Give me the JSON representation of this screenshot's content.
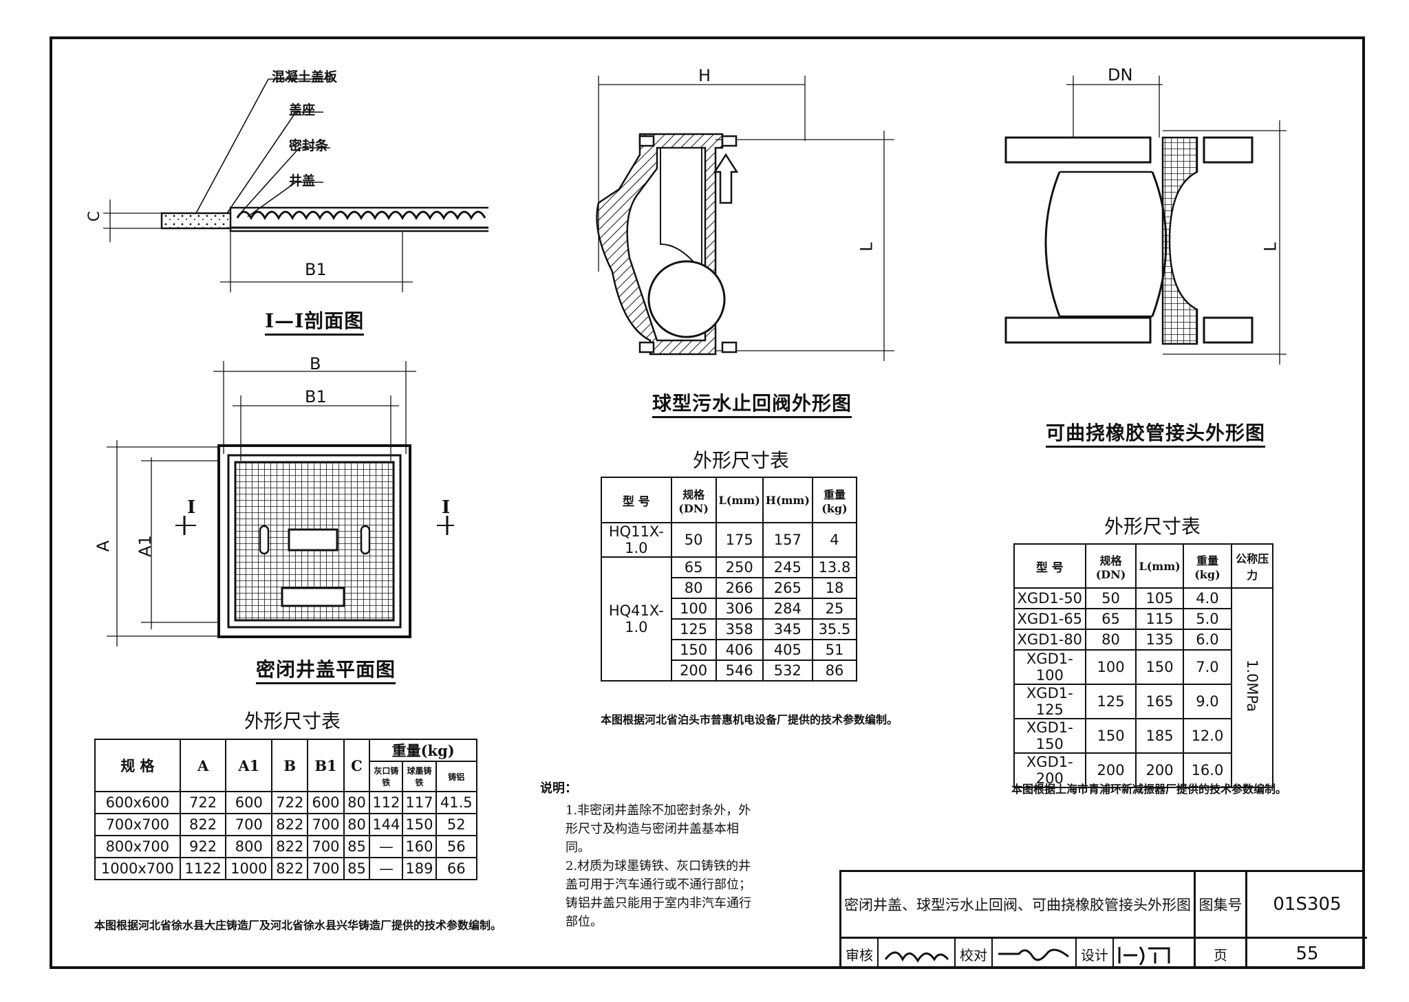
{
  "section": {
    "labels": {
      "concrete": "混凝土盖板",
      "seat": "盖座",
      "seal": "密封条",
      "cover": "井盖"
    },
    "dim_c": "C",
    "dim_b1": "B1",
    "caption": "Ⅰ—Ⅰ剖面图"
  },
  "plan": {
    "dim_b": "B",
    "dim_b1": "B1",
    "dim_a": "A",
    "dim_a1": "A1",
    "cut_mark": "Ⅰ",
    "caption": "密闭井盖平面图"
  },
  "table1": {
    "title": "外形尺寸表",
    "headers": [
      "规 格",
      "A",
      "A1",
      "B",
      "B1",
      "C"
    ],
    "weight_header": "重量(kg)",
    "weight_sub": [
      "灰口铸铁",
      "球墨铸铁",
      "铸铝"
    ],
    "rows": [
      [
        "600x600",
        "722",
        "600",
        "722",
        "600",
        "80",
        "112",
        "117",
        "41.5"
      ],
      [
        "700x700",
        "822",
        "700",
        "822",
        "700",
        "80",
        "144",
        "150",
        "52"
      ],
      [
        "800x700",
        "922",
        "800",
        "822",
        "700",
        "85",
        "—",
        "160",
        "56"
      ],
      [
        "1000x700",
        "1122",
        "1000",
        "822",
        "700",
        "85",
        "—",
        "189",
        "66"
      ]
    ],
    "source": "本图根据河北省徐水县大庄铸造厂及河北省徐水县兴华铸造厂提供的技术参数编制。"
  },
  "valve": {
    "dim_h": "H",
    "dim_l": "L",
    "caption": "球型污水止回阀外形图"
  },
  "table2": {
    "title": "外形尺寸表",
    "headers": [
      "型 号",
      "规格(DN)",
      "L(mm)",
      "H(mm)",
      "重量(kg)"
    ],
    "model_a": "HQ11X-1.0",
    "model_b": "HQ41X-1.0",
    "rows": [
      [
        "50",
        "175",
        "157",
        "4"
      ],
      [
        "65",
        "250",
        "245",
        "13.8"
      ],
      [
        "80",
        "266",
        "265",
        "18"
      ],
      [
        "100",
        "306",
        "284",
        "25"
      ],
      [
        "125",
        "358",
        "345",
        "35.5"
      ],
      [
        "150",
        "406",
        "405",
        "51"
      ],
      [
        "200",
        "546",
        "532",
        "86"
      ]
    ],
    "source": "本图根据河北省泊头市普惠机电设备厂提供的技术参数编制。"
  },
  "joint": {
    "dim_dn": "DN",
    "dim_l": "L",
    "caption": "可曲挠橡胶管接头外形图"
  },
  "table3": {
    "title": "外形尺寸表",
    "headers": [
      "型 号",
      "规格(DN)",
      "L(mm)",
      "重量(kg)",
      "公称压力"
    ],
    "pressure": "1.0MPa",
    "rows": [
      [
        "XGD1-50",
        "50",
        "105",
        "4.0"
      ],
      [
        "XGD1-65",
        "65",
        "115",
        "5.0"
      ],
      [
        "XGD1-80",
        "80",
        "135",
        "6.0"
      ],
      [
        "XGD1-100",
        "100",
        "150",
        "7.0"
      ],
      [
        "XGD1-125",
        "125",
        "165",
        "9.0"
      ],
      [
        "XGD1-150",
        "150",
        "185",
        "12.0"
      ],
      [
        "XGD1-200",
        "200",
        "200",
        "16.0"
      ]
    ],
    "source": "本图根据上海市青浦环新减振器厂提供的技术参数编制。"
  },
  "notes": {
    "heading": "说明：",
    "items": [
      "1.非密闭井盖除不加密封条外，外形尺寸及构造与密闭井盖基本相同。",
      "2.材质为球墨铸铁、灰口铸铁的井盖可用于汽车通行或不通行部位；铸铝井盖只能用于室内非汽车通行部位。"
    ]
  },
  "titleblock": {
    "title": "密闭井盖、球型污水止回阀、可曲挠橡胶管接头外形图",
    "atlas_label": "图集号",
    "atlas_no": "01S305",
    "review_label": "审核",
    "check_label": "校对",
    "design_label": "设计",
    "page_label": "页",
    "page_no": "55"
  }
}
